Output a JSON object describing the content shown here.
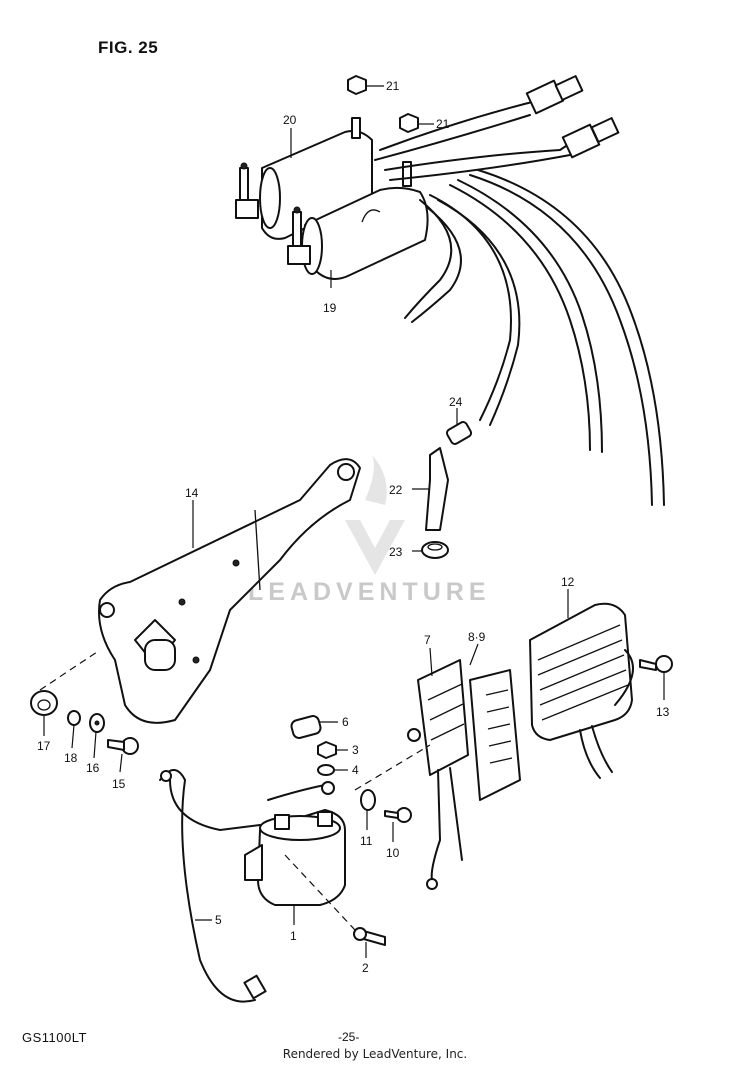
{
  "figure": {
    "title": "FIG. 25",
    "model": "GS1100LT",
    "page_number": "-25-",
    "footer": "Rendered by LeadVenture, Inc.",
    "watermark": "LEADVENTURE"
  },
  "callouts": [
    "21",
    "21",
    "20",
    "19",
    "24",
    "22",
    "23",
    "14",
    "12",
    "7",
    "8·9",
    "13",
    "17",
    "18",
    "16",
    "15",
    "6",
    "3",
    "4",
    "11",
    "10",
    "5",
    "1",
    "2"
  ]
}
